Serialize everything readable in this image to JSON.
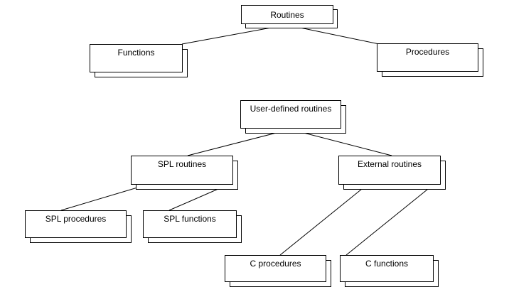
{
  "nodes": {
    "routines": "Routines",
    "functions": "Functions",
    "procedures": "Procedures",
    "user_defined_routines": "User-defined routines",
    "spl_routines": "SPL routines",
    "external_routines": "External routines",
    "spl_procedures": "SPL procedures",
    "spl_functions": "SPL functions",
    "c_procedures": "C procedures",
    "c_functions": "C functions"
  },
  "edges": [
    [
      "routines",
      "functions"
    ],
    [
      "routines",
      "procedures"
    ],
    [
      "user_defined_routines",
      "spl_routines"
    ],
    [
      "user_defined_routines",
      "external_routines"
    ],
    [
      "spl_routines",
      "spl_procedures"
    ],
    [
      "spl_routines",
      "spl_functions"
    ],
    [
      "external_routines",
      "c_procedures"
    ],
    [
      "external_routines",
      "c_functions"
    ]
  ],
  "colors": {
    "line": "#000000",
    "box_fill": "#ffffff",
    "box_border": "#000000"
  }
}
